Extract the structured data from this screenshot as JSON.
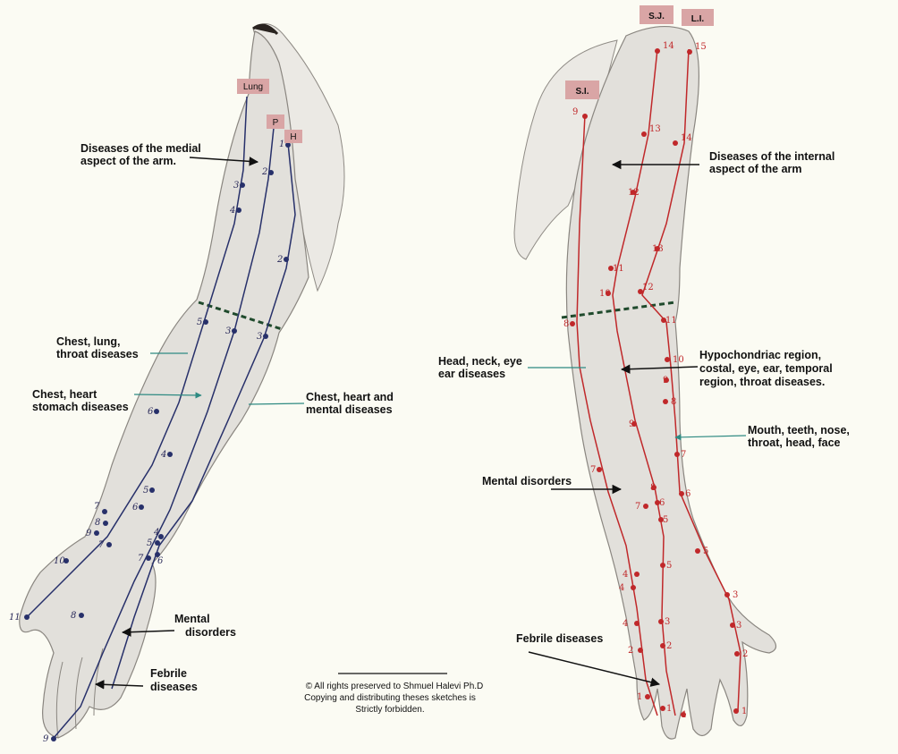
{
  "colors": {
    "background": "#fbfbf3",
    "skin": "#e2e0db",
    "skin_shadow": "#b9b6b0",
    "left_meridian": "#27306a",
    "right_meridian": "#c0282a",
    "tag_fill": "#d9a5a5",
    "band": "#1f4a2c",
    "pointer_teal": "#2e8a82"
  },
  "tags": {
    "lung": "Lung",
    "p": "P",
    "h": "H",
    "si": "S.I.",
    "sj": "S.J.",
    "li": "L.I."
  },
  "left_arm": {
    "medial_1": "Diseases of the medial",
    "medial_2": "aspect of the arm.",
    "chest_lung_1": "Chest, lung,",
    "chest_lung_2": "throat diseases",
    "chest_heart_1": "Chest, heart",
    "chest_heart_2": "stomach diseases",
    "mental_chest_1": "Chest, heart and",
    "mental_chest_2": "mental diseases",
    "mental_1": "Mental",
    "mental_2": "disorders",
    "febrile_1": "Febrile",
    "febrile_2": "diseases"
  },
  "right_arm": {
    "internal_1": "Diseases of the internal",
    "internal_2": "aspect of the arm",
    "head_1": "Head, neck, eye",
    "head_2": "ear diseases",
    "hypo_1": "Hypochondriac region,",
    "hypo_2": "costal, eye, ear, temporal",
    "hypo_3": "region, throat diseases.",
    "mouth_1": "Mouth, teeth, nose,",
    "mouth_2": "throat, head, face",
    "mental": "Mental disorders",
    "febrile": "Febrile diseases"
  },
  "copyright": {
    "line1": "© All rights preserved to Shmuel Halevi Ph.D",
    "line2": "Copying and distributing theses sketches is",
    "line3": "Strictly forbidden."
  },
  "left_numbers": [
    "1",
    "2",
    "3",
    "4",
    "2",
    "5",
    "3",
    "3",
    "6",
    "4",
    "5",
    "6",
    "7",
    "8",
    "9",
    "7",
    "5",
    "4",
    "7",
    "6",
    "10",
    "11",
    "8",
    "9"
  ],
  "right_numbers": [
    "9",
    "14",
    "15",
    "13",
    "14",
    "12",
    "13",
    "11",
    "10",
    "12",
    "8",
    "11",
    "10",
    "9",
    "8",
    "9",
    "7",
    "7",
    "8",
    "6",
    "7",
    "6",
    "5",
    "5",
    "4",
    "5",
    "4",
    "3",
    "4",
    "3",
    "2",
    "3",
    "2",
    "1",
    "2",
    "1",
    "1",
    "1"
  ]
}
